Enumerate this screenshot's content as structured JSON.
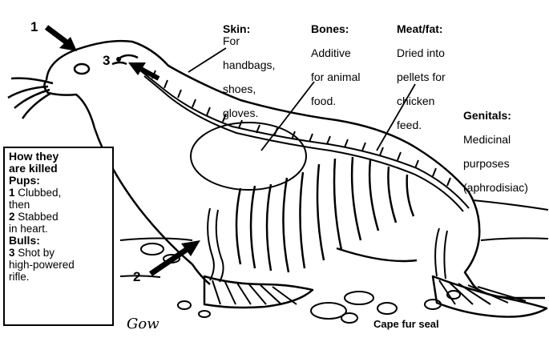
{
  "labels": {
    "skin": {
      "head": "Skin:",
      "lines": [
        "For",
        "handbags,",
        "shoes,",
        "gloves."
      ]
    },
    "bones": {
      "head": "Bones:",
      "lines": [
        "Additive",
        "for animal",
        "food."
      ]
    },
    "meat": {
      "head": "Meat/fat:",
      "lines": [
        "Dried into",
        "pellets for",
        "chicken",
        "feed."
      ]
    },
    "genitals": {
      "head": "Genitals:",
      "lines": [
        "Medicinal",
        "purposes",
        "(aphrodisiac)"
      ]
    }
  },
  "markers": {
    "one": "1",
    "two": "2",
    "three": "3"
  },
  "legend": {
    "title_1": "How they",
    "title_2": "are killed",
    "pups": "Pups:",
    "pups_1_num": "1",
    "pups_1_text": "Clubbed,",
    "pups_1_text2": "then",
    "pups_2_num": "2",
    "pups_2_text": "Stabbed",
    "pups_2_text2": "in heart.",
    "bulls": "Bulls:",
    "bulls_3_num": "3",
    "bulls_3_text": "Shot by",
    "bulls_3_text2": "high-powered",
    "bulls_3_text3": "rifle."
  },
  "caption": "Cape fur seal",
  "signature": "Gow"
}
